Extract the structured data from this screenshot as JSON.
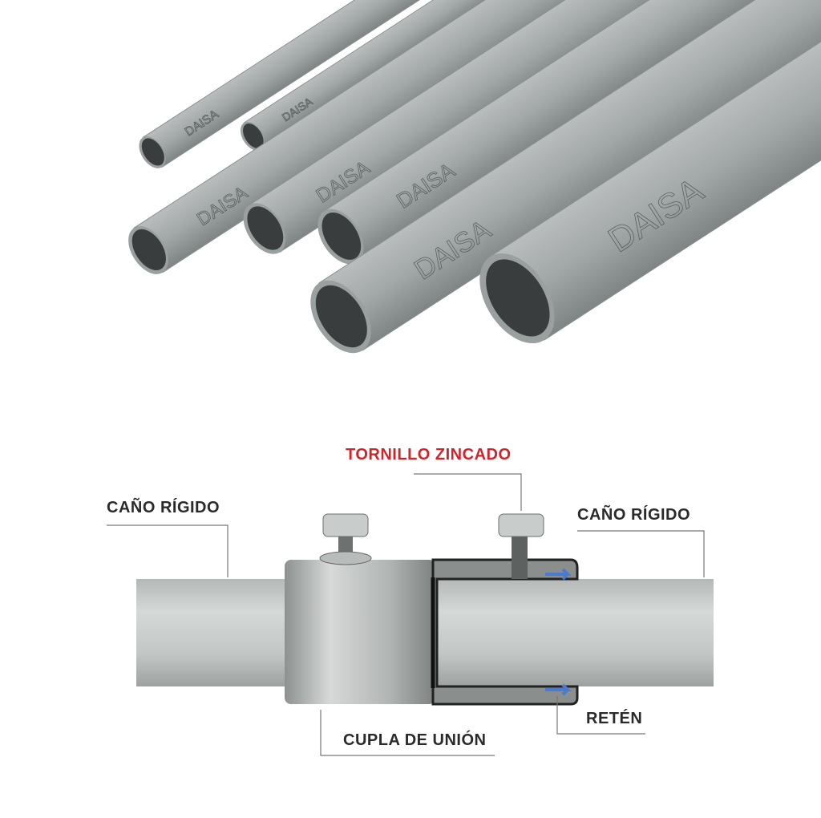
{
  "photo": {
    "brand_marking": "DAISA",
    "pipe_color": "#9ea3a3"
  },
  "diagram": {
    "labels": {
      "screw": "TORNILLO ZINCADO",
      "pipe_left": "CAÑO RÍGIDO",
      "pipe_right": "CAÑO RÍGIDO",
      "coupling": "CUPLA DE UNIÓN",
      "retainer": "RETÉN"
    },
    "colors": {
      "screw_label": "#d0232a",
      "retainer": "#4a7bd0"
    }
  }
}
